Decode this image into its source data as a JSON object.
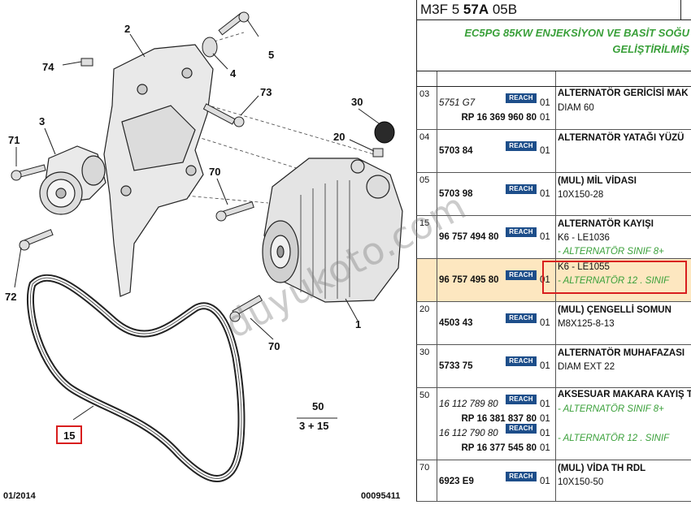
{
  "diagram": {
    "callouts": {
      "c2": "2",
      "c5": "5",
      "c74": "74",
      "c4": "4",
      "c73": "73",
      "c3": "3",
      "c30": "30",
      "c71": "71",
      "c20": "20",
      "c70a": "70",
      "c72": "72",
      "c70b": "70",
      "c1": "1",
      "c50": "50",
      "c3p15": "3 + 15",
      "c15": "15"
    },
    "date": "01/2014",
    "drawing_number": "00095411",
    "highlight_color": "#d81e1e"
  },
  "watermark": "duyukoto.com",
  "table": {
    "header": {
      "prefix": "M3F 5 ",
      "bold": "57A",
      "suffix": " 05B"
    },
    "description_lines": [
      "EC5PG 85KW ENJEKSİYON VE BASİT SOĞU",
      "GELİŞTİRİLMİŞ"
    ],
    "reach_label": "REACH",
    "rows": [
      {
        "code": "03",
        "refs": [
          {
            "text": "5751 G7",
            "style": "ital",
            "reach": true,
            "qty": "01"
          },
          {
            "text": "RP 16 369 960 80",
            "style": "bold",
            "reach": false,
            "qty": "01"
          }
        ],
        "desc": [
          "ALTERNATÖR GERİCİSİ MAK",
          "DIAM 60"
        ]
      },
      {
        "code": "04",
        "refs": [
          {
            "text": "5703 84",
            "style": "bold",
            "reach": true,
            "qty": "01"
          }
        ],
        "desc": [
          "ALTERNATÖR YATAĞI YÜZÜ"
        ]
      },
      {
        "code": "05",
        "refs": [
          {
            "text": "5703 98",
            "style": "bold",
            "reach": true,
            "qty": "01"
          }
        ],
        "desc": [
          "(MUL) MİL VİDASI",
          "10X150-28"
        ]
      },
      {
        "code": "15",
        "refs": [
          {
            "text": "96 757 494 80",
            "style": "bold",
            "reach": true,
            "qty": "01"
          }
        ],
        "desc": [
          "ALTERNATÖR KAYIŞI",
          "K6 - LE1036",
          "- ALTERNATÖR SINIF 8+"
        ]
      },
      {
        "code": "",
        "highlight": true,
        "refs": [
          {
            "text": "96 757 495 80",
            "style": "bold",
            "reach": true,
            "qty": "01"
          }
        ],
        "desc": [
          "K6 - LE1055",
          "- ALTERNATÖR 12 . SINIF"
        ]
      },
      {
        "code": "20",
        "refs": [
          {
            "text": "4503 43",
            "style": "bold",
            "reach": true,
            "qty": "01"
          }
        ],
        "desc": [
          "(MUL) ÇENGELLİ SOMUN",
          "M8X125-8-13"
        ]
      },
      {
        "code": "30",
        "refs": [
          {
            "text": "5733 75",
            "style": "bold",
            "reach": true,
            "qty": "01"
          }
        ],
        "desc": [
          "ALTERNATÖR MUHAFAZASI",
          "DIAM EXT 22"
        ]
      },
      {
        "code": "50",
        "refs": [
          {
            "text": "16 112 789 80",
            "style": "ital",
            "reach": true,
            "qty": "01"
          },
          {
            "text": "RP 16 381 837 80",
            "style": "bold",
            "reach": false,
            "qty": "01"
          },
          {
            "text": "16 112 790 80",
            "style": "ital",
            "reach": true,
            "qty": "01"
          },
          {
            "text": "RP 16 377 545 80",
            "style": "bold",
            "reach": false,
            "qty": "01"
          }
        ],
        "desc": [
          "AKSESUAR MAKARA KAYIŞ T",
          "- ALTERNATÖR SINIF 8+",
          "",
          "- ALTERNATÖR 12 . SINIF"
        ]
      },
      {
        "code": "70",
        "refs": [
          {
            "text": "6923 E9",
            "style": "bold",
            "reach": true,
            "qty": "01"
          }
        ],
        "desc": [
          "(MUL) VİDA TH RDL",
          "10X150-50"
        ]
      }
    ]
  }
}
